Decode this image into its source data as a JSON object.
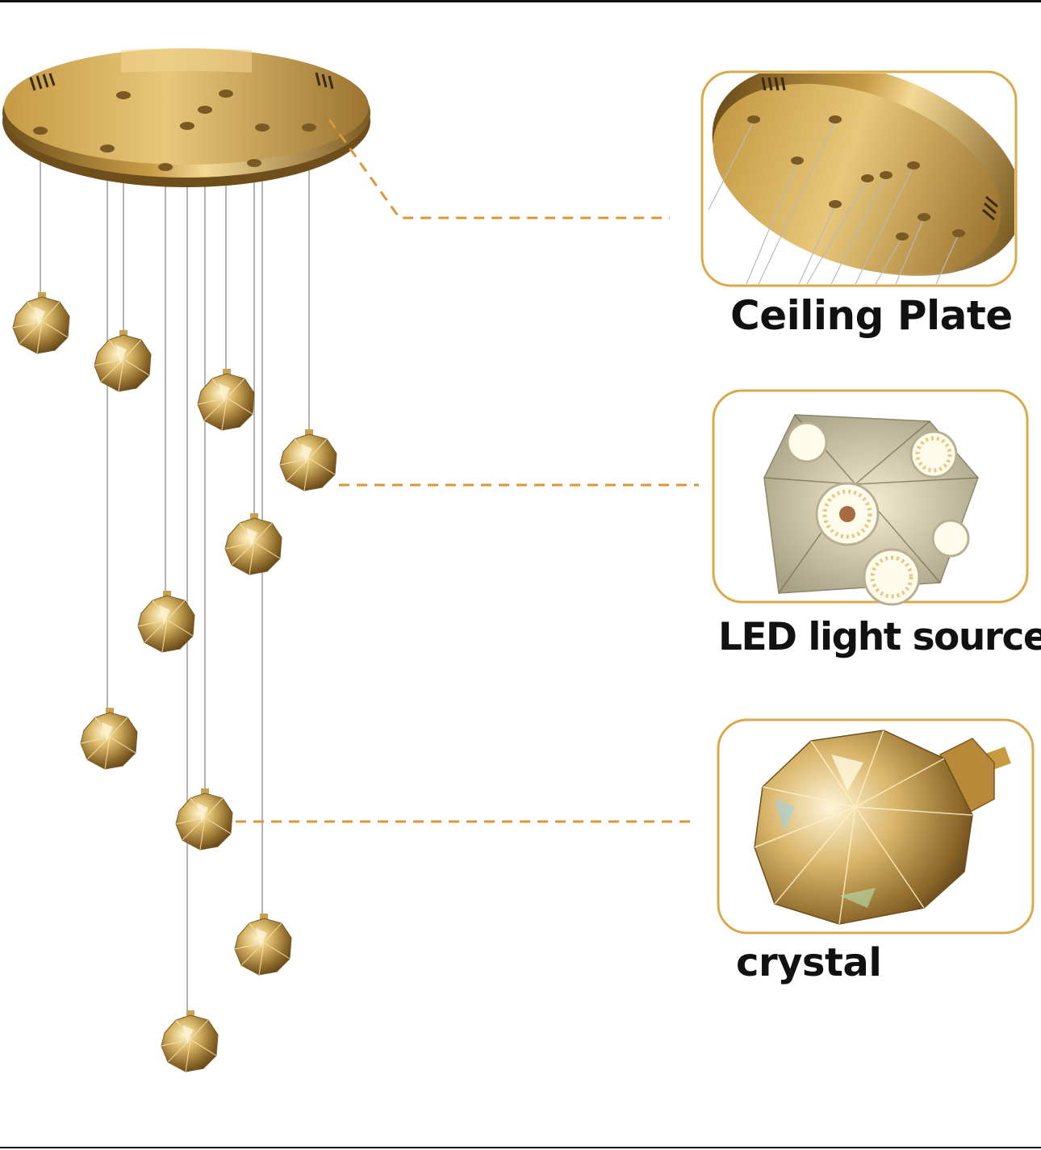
{
  "labels": {
    "ceiling_plate": "Ceiling Plate",
    "led_light_source": "LED light source",
    "crystal": "crystal"
  },
  "colors": {
    "gold": "#b8893a",
    "gold_light": "#e6c67a",
    "gold_dark": "#7a5a20",
    "callout_border": "#d9a94a",
    "leader_line": "#d9973a"
  },
  "icons": [
    "chandelier-illustration",
    "ceiling-plate-closeup",
    "led-light-source-closeup",
    "crystal-closeup"
  ]
}
